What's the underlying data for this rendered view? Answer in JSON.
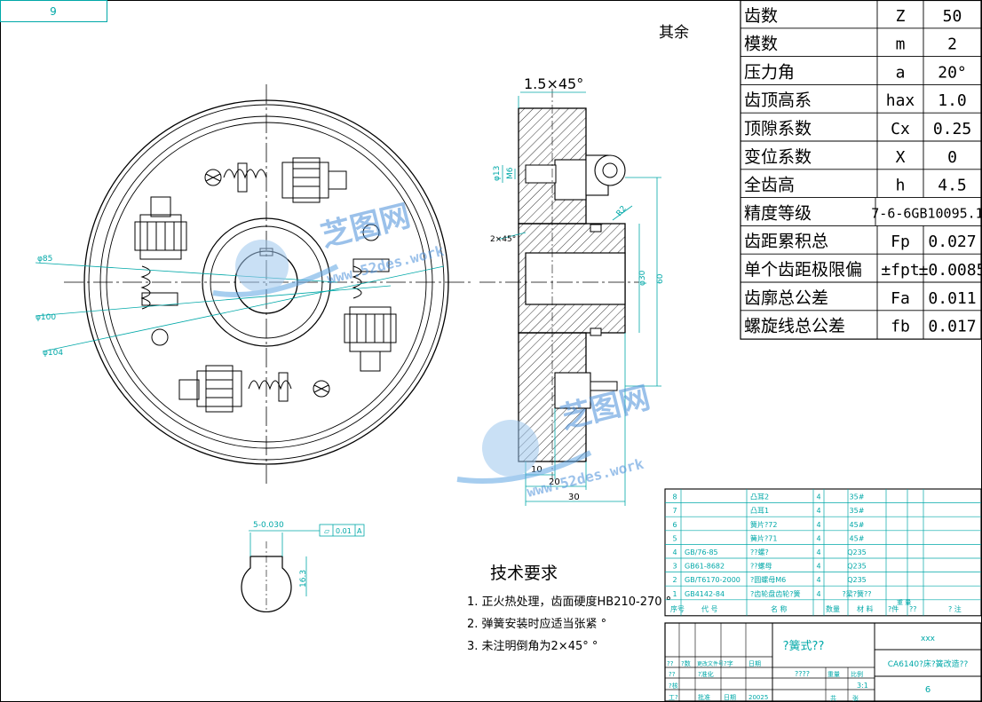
{
  "sheet": {
    "corner_number": "9",
    "rest_mark": "其余"
  },
  "watermark": {
    "brand": "芝图网",
    "url": "www.52des.work"
  },
  "gear_table": [
    {
      "name": "齿数",
      "symbol": "Z",
      "value": "50"
    },
    {
      "name": "模数",
      "symbol": "m",
      "value": "2"
    },
    {
      "name": "压力角",
      "symbol": "a",
      "value": "20°"
    },
    {
      "name": "齿顶高系",
      "symbol": "hax",
      "value": "1.0"
    },
    {
      "name": "顶隙系数",
      "symbol": "Cx",
      "value": "0.25"
    },
    {
      "name": "变位系数",
      "symbol": "X",
      "value": "0"
    },
    {
      "name": "全齿高",
      "symbol": "h",
      "value": "4.5"
    },
    {
      "name": "精度等级",
      "symbol": "",
      "value": "7-6-6GB10095.1"
    },
    {
      "name": "齿距累积总",
      "symbol": "Fp",
      "value": "0.027"
    },
    {
      "name": "单个齿距极限偏",
      "symbol": "±fpt",
      "value": "±0.0085"
    },
    {
      "name": "齿廓总公差",
      "symbol": "Fa",
      "value": "0.011"
    },
    {
      "name": "螺旋线总公差",
      "symbol": "fb",
      "value": "0.017"
    }
  ],
  "dimensions": {
    "chamfer_top": "1.5×45°",
    "d13": "φ13",
    "m6": "M6",
    "chamfer_left": "2×45°",
    "r2": "R2",
    "d30": "φ30",
    "d60": "60",
    "d85": "φ85",
    "d100": "φ100",
    "d104": "φ104",
    "len10": "10",
    "len20": "20",
    "len30": "30",
    "key_width": "5-0.030",
    "key_depth": "16.3",
    "flatness": "0.01",
    "datum": "A"
  },
  "tech_req": {
    "title": "技术要求",
    "items": [
      "1. 正火热处理，齿面硬度HB210-270 °",
      "2. 弹簧安装时应适当张紧 °",
      "3. 未注明倒角为2×45° °"
    ]
  },
  "bom": {
    "rows": [
      {
        "no": "8",
        "code": "",
        "name": "凸耳2",
        "qty": "4",
        "mat": "35#"
      },
      {
        "no": "7",
        "code": "",
        "name": "凸耳1",
        "qty": "4",
        "mat": "35#"
      },
      {
        "no": "6",
        "code": "",
        "name": "簧片?72",
        "qty": "4",
        "mat": "45#"
      },
      {
        "no": "5",
        "code": "",
        "name": "簧片?71",
        "qty": "4",
        "mat": "45#"
      },
      {
        "no": "4",
        "code": "GB/76-85",
        "name": "??螺?",
        "qty": "4",
        "mat": "Q235"
      },
      {
        "no": "3",
        "code": "GB61-8682",
        "name": "??螺母",
        "qty": "4",
        "mat": "Q235"
      },
      {
        "no": "2",
        "code": "GB/T6170-2000",
        "name": "?圆螺母M6",
        "qty": "4",
        "mat": "Q235"
      },
      {
        "no": "1",
        "code": "GB4142-84",
        "name": "?齿轮盘齿轮?簧",
        "qty": "4",
        "mat": "?梁?簧??"
      }
    ],
    "header": {
      "no": "序号",
      "code": "代 号",
      "name": "名 称",
      "qty": "数量",
      "mat": "材 料",
      "weight": "重 量",
      "note": "? 注",
      "single": "?件",
      "total": "??"
    }
  },
  "title_block": {
    "part_name": "?簧式??",
    "company": "xxx",
    "drawing_no": "CA6140?床?簧改造??",
    "sheet": "6",
    "scale": "3:1",
    "mark": "????",
    "c_weight": "重量",
    "c_scale": "比例",
    "c_sheet_a": "共",
    "c_sheet_b": "张",
    "design": "?? ",
    "standard": "?准化",
    "review": "?核",
    "process": "工?",
    "approve": "批准",
    "date": "日期",
    "year": "20025",
    "r_mark": "??",
    "r_zone": "?数",
    "r_change": "更改文件号",
    "r_sign": "?字",
    "r_date": "日期"
  }
}
